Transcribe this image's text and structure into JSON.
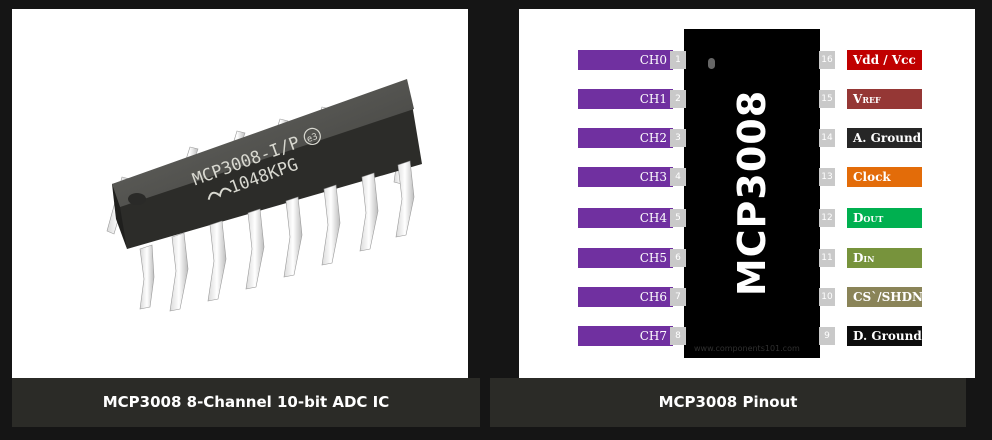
{
  "left_card": {
    "caption": "MCP3008 8-Channel 10-bit ADC IC",
    "chip_print_line1": "MCP3008-I/P",
    "chip_print_logo": "e3",
    "chip_print_line2": "1048KPG"
  },
  "right_card": {
    "caption": "MCP3008 Pinout",
    "ic_name": "MCP3008",
    "watermark": "www.components101.com",
    "left_pins": [
      {
        "label": "CH0",
        "num": "1"
      },
      {
        "label": "CH1",
        "num": "2"
      },
      {
        "label": "CH2",
        "num": "3"
      },
      {
        "label": "CH3",
        "num": "4"
      },
      {
        "label": "CH4",
        "num": "5"
      },
      {
        "label": "CH5",
        "num": "6"
      },
      {
        "label": "CH6",
        "num": "7"
      },
      {
        "label": "CH7",
        "num": "8"
      }
    ],
    "right_pins": [
      {
        "num": "16",
        "label": "Vdd / Vcc",
        "color": "#c00000"
      },
      {
        "num": "15",
        "label_main": "V",
        "label_sub": "REF",
        "color": "#953735"
      },
      {
        "num": "14",
        "label": "A. Ground",
        "color": "#262626"
      },
      {
        "num": "13",
        "label": "Clock",
        "color": "#e36c09"
      },
      {
        "num": "12",
        "label_main": "D",
        "label_sub": "OUT",
        "color": "#00b050"
      },
      {
        "num": "11",
        "label_main": "D",
        "label_sub": "IN",
        "color": "#77933c"
      },
      {
        "num": "10",
        "label": "CS`/SHDN",
        "color": "#8a8458"
      },
      {
        "num": "9",
        "label": "D. Ground",
        "color": "#0d0d0d"
      }
    ]
  }
}
